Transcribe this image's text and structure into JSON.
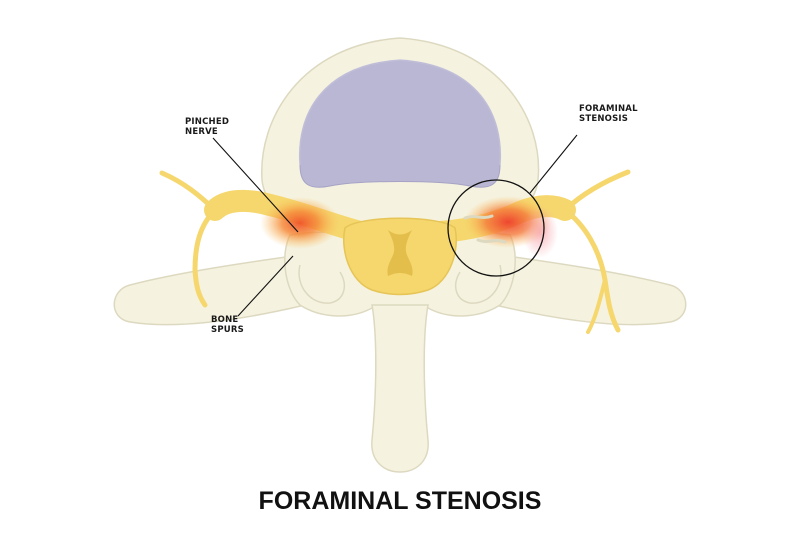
{
  "title": "FORAMINAL STENOSIS",
  "labels": {
    "pinched_nerve": [
      "PINCHED",
      "NERVE"
    ],
    "bone_spurs": [
      "BONE",
      "SPURS"
    ],
    "foraminal_stenosis": [
      "FORAMINAL",
      "STENOSIS"
    ]
  },
  "colors": {
    "bone": "#f5f2df",
    "bone_outline": "#ddd9c0",
    "disc_nucleus": "#b9b7d3",
    "nerve": "#f5d76e",
    "inflammation": "#f0642d",
    "callout": "#111111"
  }
}
